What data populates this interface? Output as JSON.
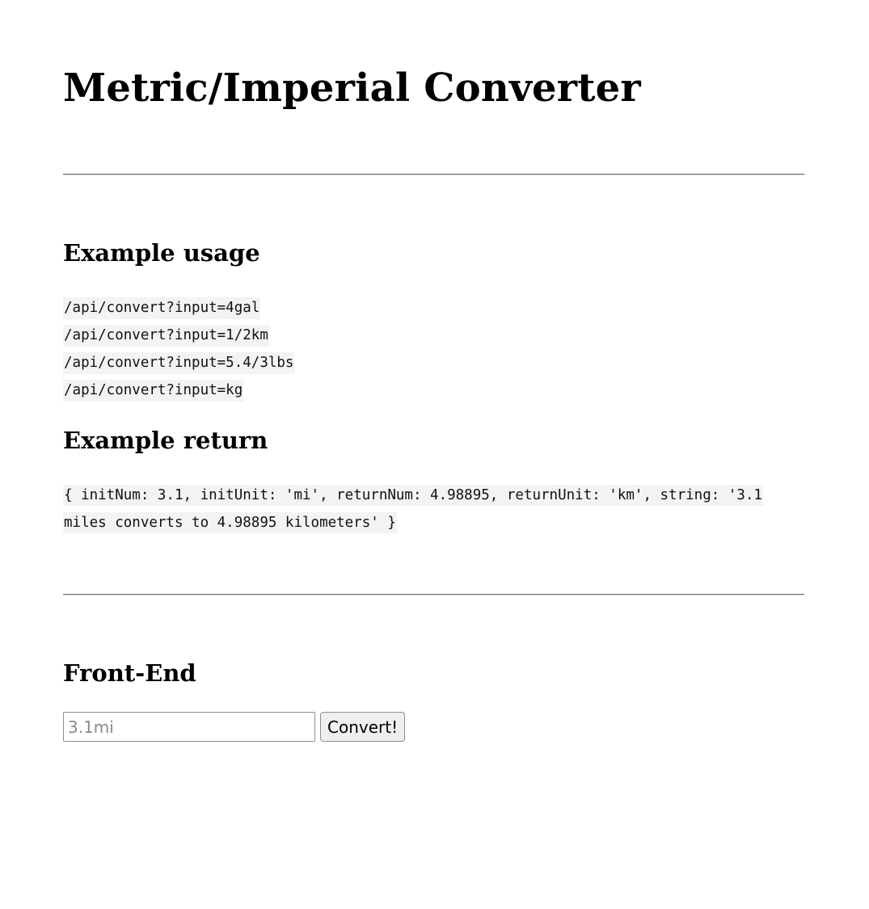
{
  "page": {
    "title": "Metric/Imperial Converter"
  },
  "usage": {
    "heading": "Example usage",
    "examples": [
      "/api/convert?input=4gal",
      "/api/convert?input=1/2km",
      "/api/convert?input=5.4/3lbs",
      "/api/convert?input=kg"
    ]
  },
  "return_example": {
    "heading": "Example return",
    "code": "{ initNum: 3.1, initUnit: 'mi', returnNum: 4.98895, returnUnit: 'km', string: '3.1 miles converts to 4.98895 kilometers' }"
  },
  "front_end": {
    "heading": "Front-End",
    "input_placeholder": "3.1mi",
    "input_value": "",
    "button_label": "Convert!"
  }
}
